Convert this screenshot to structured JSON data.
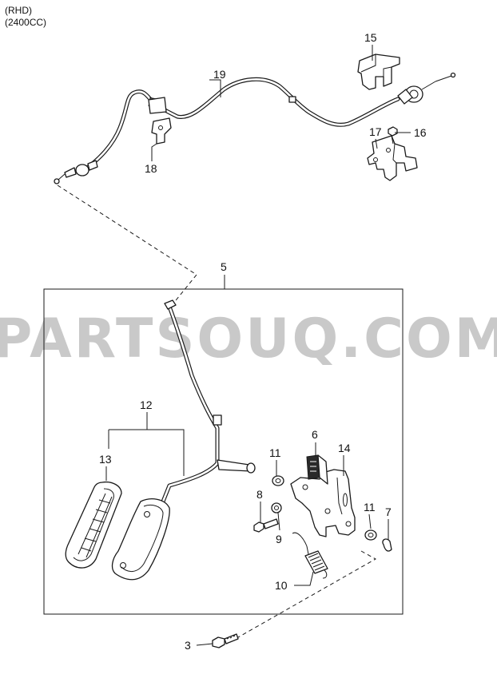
{
  "header": {
    "line1": "(RHD)",
    "line2": "(2400CC)"
  },
  "watermark": "PARTSOUQ.COM",
  "callouts": {
    "c19": "19",
    "c15": "15",
    "c16": "16",
    "c17": "17",
    "c18": "18",
    "c5": "5",
    "c12": "12",
    "c13": "13",
    "c6": "6",
    "c14": "14",
    "c11a": "11",
    "c11b": "11",
    "c8": "8",
    "c9": "9",
    "c7": "7",
    "c10": "10",
    "c3": "3"
  }
}
